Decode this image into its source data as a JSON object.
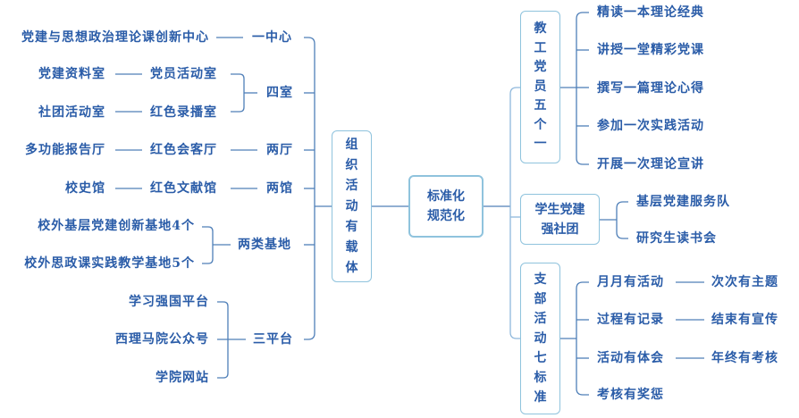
{
  "root": {
    "label_line1": "标准化",
    "label_line2": "规范化"
  },
  "left_branch": {
    "label": "组织活动有载体",
    "groups": [
      {
        "label": "一中心",
        "items": [
          {
            "text": "党建与思想政治理论课创新中心"
          }
        ]
      },
      {
        "label": "四室",
        "items": [
          {
            "text": "党建资料室",
            "pair": "党员活动室"
          },
          {
            "text": "社团活动室",
            "pair": "红色录播室"
          }
        ]
      },
      {
        "label": "两厅",
        "items": [
          {
            "text": "多功能报告厅",
            "pair": "红色会客厅"
          }
        ]
      },
      {
        "label": "两馆",
        "items": [
          {
            "text": "校史馆",
            "pair": "红色文献馆"
          }
        ]
      },
      {
        "label": "两类基地",
        "items": [
          {
            "text": "校外基层党建创新基地4个"
          },
          {
            "text": "校外思政课实践教学基地5个"
          }
        ]
      },
      {
        "label": "三平台",
        "items": [
          {
            "text": "学习强国平台"
          },
          {
            "text": "西理马院公众号"
          },
          {
            "text": "学院网站"
          }
        ]
      }
    ]
  },
  "right_branch": {
    "groups": [
      {
        "label": "教工党员五个一",
        "items": [
          {
            "text": "精读一本理论经典"
          },
          {
            "text": "讲授一堂精彩党课"
          },
          {
            "text": "撰写一篇理论心得"
          },
          {
            "text": "参加一次实践活动"
          },
          {
            "text": "开展一次理论宣讲"
          }
        ]
      },
      {
        "label_line1": "学生党建",
        "label_line2": "强社团",
        "items": [
          {
            "text": "基层党建服务队"
          },
          {
            "text": "研究生读书会"
          }
        ]
      },
      {
        "label": "支部活动七标准",
        "items": [
          {
            "text": "月月有活动",
            "pair": "次次有主题"
          },
          {
            "text": "过程有记录",
            "pair": "结束有宣传"
          },
          {
            "text": "活动有体会",
            "pair": "年终有考核"
          },
          {
            "text": "考核有奖惩"
          }
        ]
      }
    ]
  }
}
